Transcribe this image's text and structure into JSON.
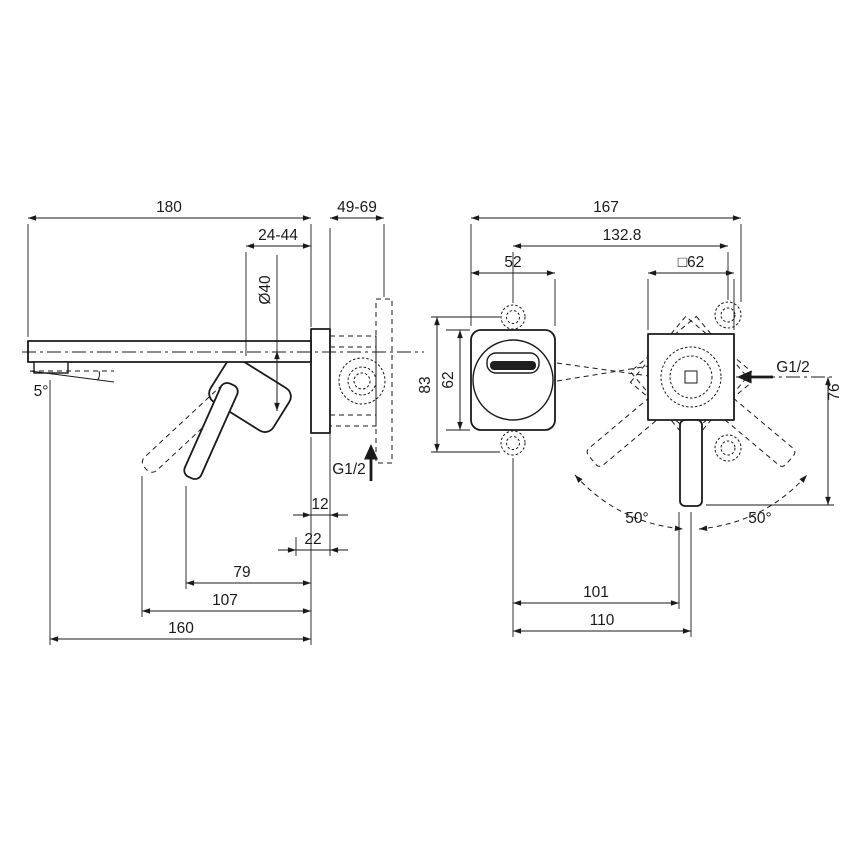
{
  "colors": {
    "line": "#1a1a1a",
    "background": "#ffffff",
    "slot_fill": "#1f1f1f"
  },
  "side_view": {
    "dim_spout_total": "180",
    "dim_depth_range": "49-69",
    "dim_inset_range": "24-44",
    "dim_body_diameter": "Ø40",
    "dim_spout_angle": "5°",
    "thread_label": "G1/2",
    "dim_plate_thickness": "12",
    "dim_22": "22",
    "dim_79": "79",
    "dim_107": "107",
    "dim_160": "160"
  },
  "front_view": {
    "dim_total_width": "167",
    "dim_center_distance": "132.8",
    "dim_spout_plate": "52",
    "dim_square_plate": "□62",
    "dim_83": "83",
    "dim_62": "62",
    "thread_label": "G1/2",
    "dim_lever_length": "76",
    "dim_swing_left": "50°",
    "dim_swing_right": "50°",
    "dim_101": "101",
    "dim_110": "110"
  }
}
